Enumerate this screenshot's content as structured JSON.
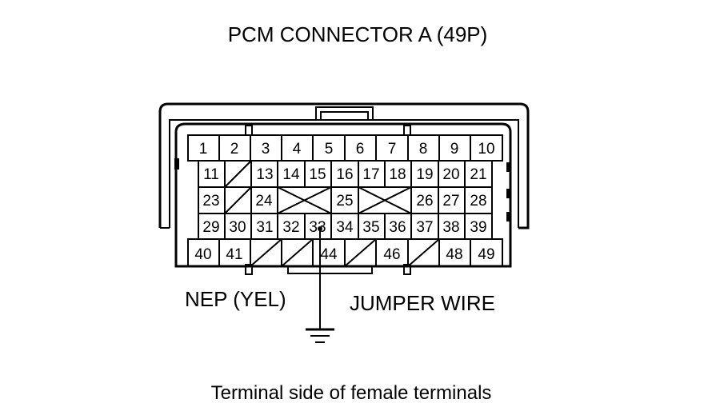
{
  "title": "PCM CONNECTOR A (49P)",
  "caption": "Terminal side of female terminals",
  "callouts": {
    "nep": "NEP (YEL)",
    "jumper": "JUMPER WIRE"
  },
  "connector": {
    "rows": [
      [
        "1",
        "2",
        "3",
        "4",
        "5",
        "6",
        "7",
        "8",
        "9",
        "10"
      ],
      [
        "11",
        "",
        "13",
        "14",
        "15",
        "16",
        "17",
        "18",
        "19",
        "20",
        "21"
      ],
      [
        "23",
        "",
        "24",
        "",
        "25",
        "",
        "26",
        "27",
        "28"
      ],
      [
        "29",
        "30",
        "31",
        "32",
        "33",
        "34",
        "35",
        "36",
        "37",
        "38",
        "39"
      ],
      [
        "40",
        "41",
        "",
        "",
        "44",
        "",
        "46",
        "",
        "48",
        "49"
      ]
    ]
  }
}
